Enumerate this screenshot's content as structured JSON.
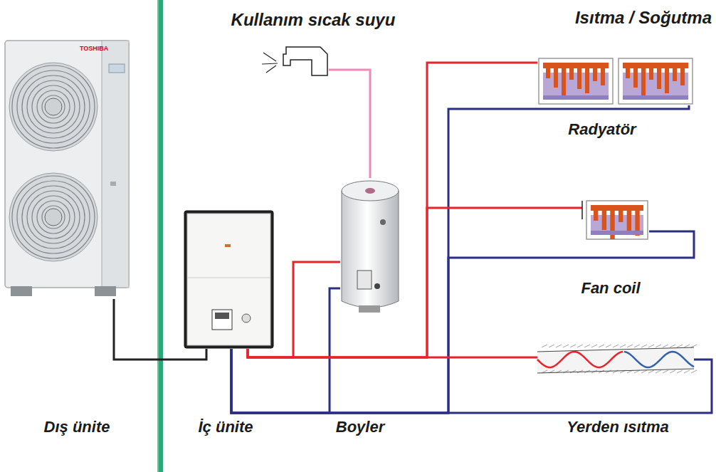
{
  "diagram": {
    "nodes": [
      {
        "text": [
          "Dış ünite"
        ]
      },
      {
        "text": [
          "İç ünite"
        ]
      },
      {
        "text": [
          "Boyler"
        ]
      },
      {
        "text": [
          "Kullanım sıcak suyu"
        ]
      },
      {
        "text": [
          "Radyatör"
        ]
      },
      {
        "text": [
          "Fan coil"
        ]
      },
      {
        "text": [
          "Yerden ısıtma"
        ]
      }
    ],
    "edges": [
      {
        "from": 0,
        "to": 1,
        "arrow": "none"
      },
      {
        "from": 1,
        "to": 2,
        "arrow": "none"
      },
      {
        "from": 1,
        "to": 2,
        "arrow": "none"
      },
      {
        "from": 1,
        "to": 4,
        "arrow": "none"
      },
      {
        "from": 1,
        "to": 4,
        "arrow": "none"
      },
      {
        "from": 1,
        "to": 5,
        "arrow": "none"
      },
      {
        "from": 1,
        "to": 5,
        "arrow": "none"
      },
      {
        "from": 1,
        "to": 6,
        "arrow": "none"
      },
      {
        "from": 1,
        "to": 6,
        "arrow": "none"
      },
      {
        "from": 2,
        "to": 3,
        "arrow": "none"
      }
    ],
    "labels": [
      "Isıtma / Soğutma",
      "TOSHIBA"
    ]
  }
}
